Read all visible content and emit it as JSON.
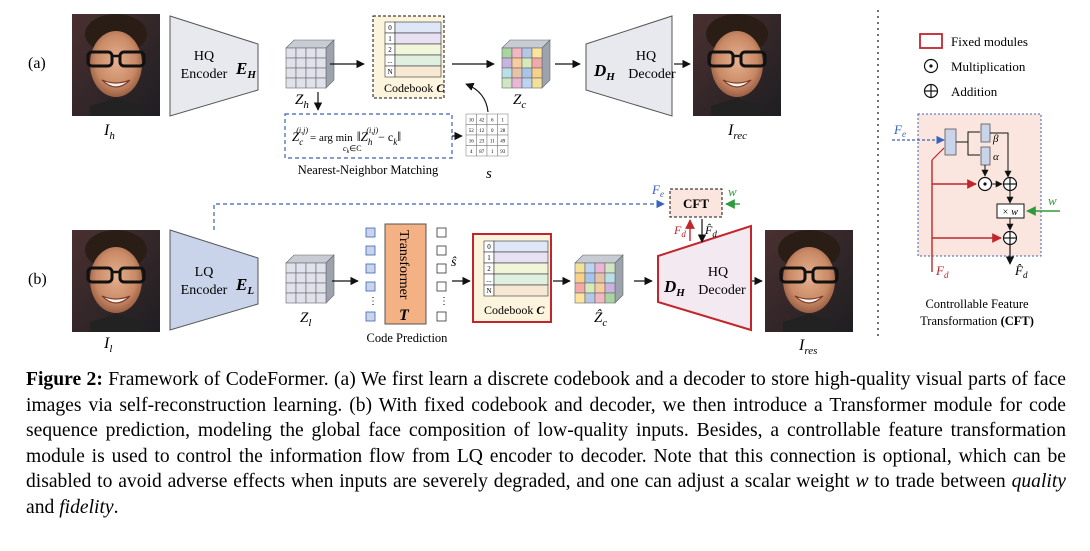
{
  "figure": {
    "row_a_label": "(a)",
    "row_b_label": "(b)",
    "hq_encoder": {
      "line1": "HQ",
      "line2": "Encoder",
      "symbol": "E",
      "sub": "H"
    },
    "hq_decoder": {
      "line1": "HQ",
      "line2": "Decoder",
      "symbol": "D",
      "sub": "H"
    },
    "lq_encoder": {
      "line1": "LQ",
      "line2": "Encoder",
      "symbol": "E",
      "sub": "L"
    },
    "lq_decoder": {
      "line1": "HQ",
      "line2": "Decoder",
      "symbol": "D",
      "sub": "H"
    },
    "codebook_label": "Codebook",
    "codebook_symbol": "C",
    "codebook_indices": [
      "0",
      "1",
      "2",
      "...",
      "N"
    ],
    "z_h": {
      "base": "Z",
      "sub": "h"
    },
    "z_c": {
      "base": "Z",
      "sub": "c"
    },
    "z_l": {
      "base": "Z",
      "sub": "l"
    },
    "z_c_hat": {
      "base": "Ẑ",
      "sub": "c"
    },
    "i_h": {
      "base": "I",
      "sub": "h"
    },
    "i_rec": {
      "base": "I",
      "sub": "rec"
    },
    "i_l": {
      "base": "I",
      "sub": "l"
    },
    "i_res": {
      "base": "I",
      "sub": "res"
    },
    "nn_matching_label": "Nearest-Neighbor Matching",
    "nn_equation": {
      "lhs": "Z",
      "lhs_sub": "c",
      "lhs_sup": "(i,j)",
      "op": "= arg min",
      "op_sub": "c",
      "op_sub2": "k",
      "op_sub3": "∈C",
      "term": "Z",
      "term_sub": "h",
      "term_sup": "(i,j)",
      "minus": "− c",
      "minus_sub": "k"
    },
    "s_label": "s",
    "s_hat_label": "ŝ",
    "s_matrix": [
      [
        "10",
        "42",
        "6",
        "1"
      ],
      [
        "52",
        "12",
        "0",
        "28"
      ],
      [
        "16",
        "23",
        "11",
        "49"
      ],
      [
        "4",
        "87",
        "1",
        "93"
      ]
    ],
    "transformer_label": "Transformer",
    "transformer_symbol": "T",
    "code_prediction_label": "Code Prediction",
    "cft_box_label": "CFT",
    "f_e": {
      "base": "F",
      "sub": "e"
    },
    "f_d": {
      "base": "F",
      "sub": "d"
    },
    "f_d_hat": {
      "base": "F̂",
      "sub": "d"
    },
    "w_label": "w",
    "alpha": "α",
    "beta": "β",
    "times_w": "× w",
    "legend": {
      "fixed": "Fixed modules",
      "mult": "Multiplication",
      "add": "Addition"
    },
    "cft_title_line1": "Controllable Feature",
    "cft_title_line2": "Transformation",
    "cft_title_abbr": "(CFT)",
    "colors": {
      "encoder_hq": "#e8e8ef",
      "encoder_lq": "#c9d3ea",
      "decoder_lq": "#f3e9f0",
      "codebook_fill": "#fdf4dd",
      "fixed_red": "#c0262b",
      "blue_dashed": "#3a62b8",
      "green": "#2f9a3b",
      "cft_panel": "#fbe6df"
    }
  },
  "caption": {
    "label": "Figure 2:",
    "text_1": " Framework of CodeFormer. (a) We first learn a discrete codebook and a decoder to store high-quality visual parts of face images via self-reconstruction learning. (b) With fixed codebook and decoder, we then introduce a Transformer module for code sequence prediction, modeling the global face composition of low-quality inputs. Besides, a controllable feature transformation module is used to control the information flow from LQ encoder to decoder. Note that this connection is optional, which can be disabled to avoid adverse effects when inputs are severely degraded, and one can adjust a scalar weight ",
    "w": "w",
    "text_2": " to trade between ",
    "quality": "quality",
    "text_3": " and ",
    "fidelity": "fidelity",
    "text_4": "."
  }
}
